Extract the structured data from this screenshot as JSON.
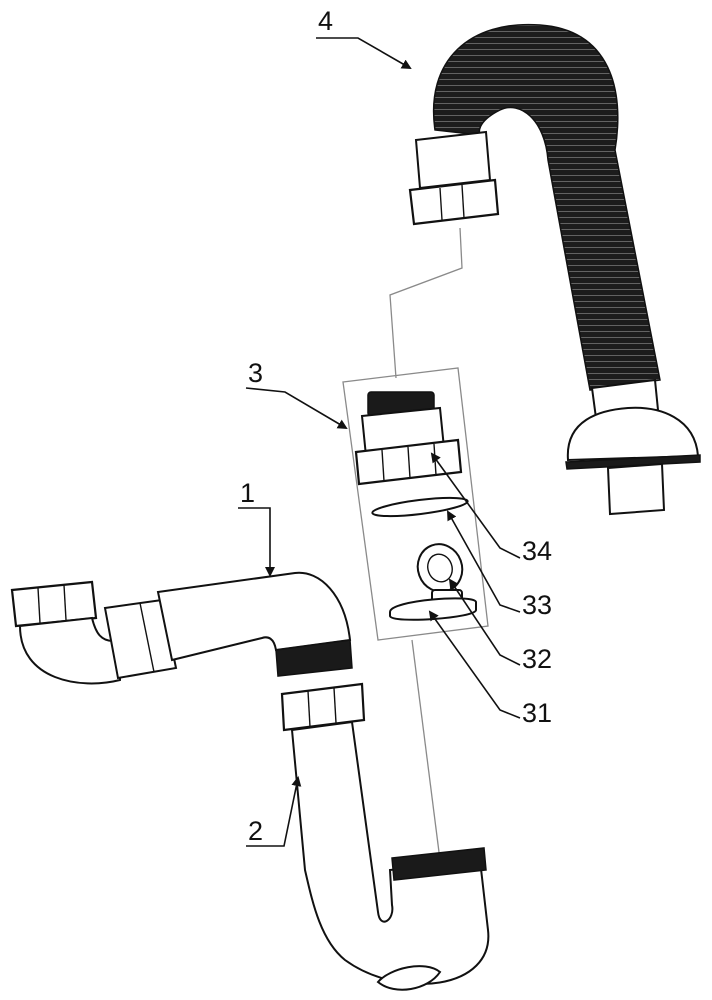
{
  "labels": {
    "part_1": "1",
    "part_2": "2",
    "part_3": "3",
    "part_4": "4",
    "part_31": "31",
    "part_32": "32",
    "part_33": "33",
    "part_34": "34"
  },
  "colors": {
    "line": "#111111",
    "guide": "#8a8a8a",
    "hose": "#1a1a1a",
    "background": "#ffffff"
  }
}
